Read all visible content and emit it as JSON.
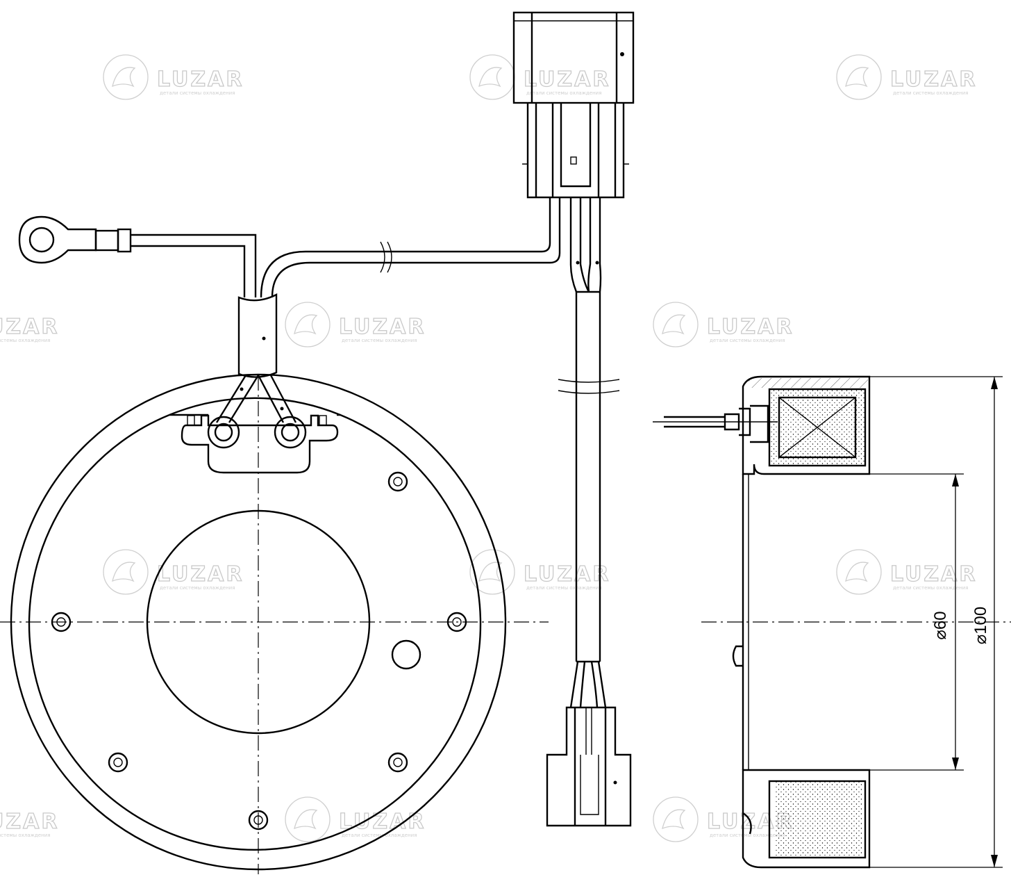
{
  "watermark": {
    "brand": "LUZAR",
    "tagline": "детали системы охлаждения"
  },
  "dimensions": {
    "inner_diameter": "⌀60",
    "outer_diameter": "⌀100"
  }
}
